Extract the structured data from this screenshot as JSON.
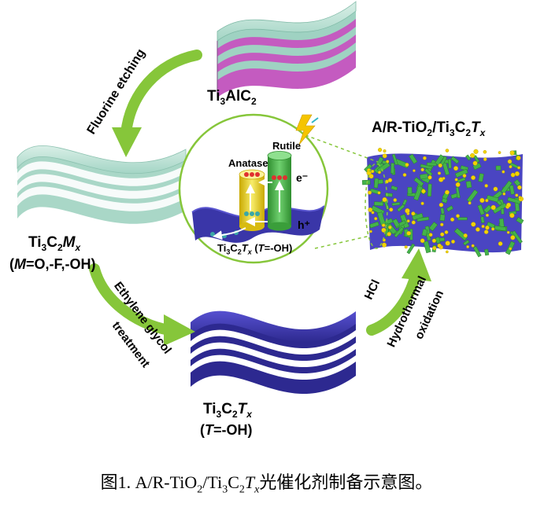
{
  "materials": {
    "max": {
      "formula": "Ti₃AlC₂"
    },
    "mxene_mixed": {
      "formula": "Ti₃C₂Mₓ",
      "terminations": "(M=O,-F,-OH)"
    },
    "mxene_oh": {
      "formula": "Ti₃C₂Tₓ",
      "terminations": "(T=-OH)"
    },
    "composite": {
      "formula": "A/R-TiO₂/Ti₃C₂Tₓ"
    }
  },
  "steps": {
    "etching": "Fluorine etching",
    "glycol_1": "Ethylene glycol",
    "glycol_2": "treatment",
    "hcl": "HCl",
    "hydro_1": "Hydrothermal",
    "hydro_2": "oxidation"
  },
  "inset": {
    "rutile": "Rutile",
    "anatase": "Anatase",
    "electron": "e⁻",
    "hole": "h⁺",
    "substrate": "Ti₃C₂Tₓ (T=-OH)"
  },
  "caption": "图1. A/R-TiO₂/Ti₃C₂Tₓ光催化剂制备示意图。",
  "colors": {
    "max_layer": "#a8d8c8",
    "max_al": "#c060c0",
    "mxene_mixed": "#b9e0d0",
    "mxene_oh": "#3a36a8",
    "arrow": "#86c63a",
    "rutile": "#3aa83a",
    "anatase": "#e6d21e",
    "nanoparticle": "#f2d300"
  }
}
